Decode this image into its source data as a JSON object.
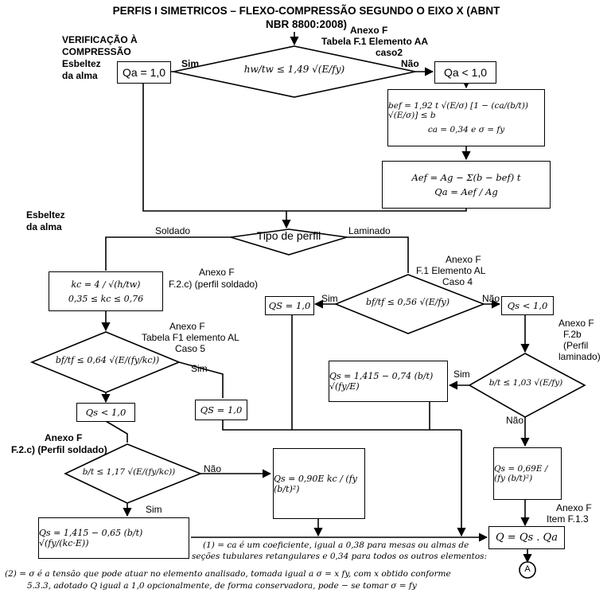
{
  "title": {
    "line1": "PERFIS I SIMETRICOS – FLEXO-COMPRESSÃO SEGUNDO O EIXO X (ABNT",
    "line2": "NBR 8800:2008)"
  },
  "left_header": {
    "line1": "VERIFICAÇÃO À",
    "line2": "COMPRESSÃO",
    "line3": "Esbeltez",
    "line4": "da alma"
  },
  "anexo_aa": {
    "line1": "Anexo F",
    "line2": "Tabela F.1 Elemento AA",
    "line3": "caso2"
  },
  "d1": {
    "formula": "hw/tw ≤ 1,49 √(E/fy)"
  },
  "labels": {
    "sim": "Sim",
    "nao": "Não"
  },
  "box_qa1": {
    "text": "Qa = 1,0"
  },
  "box_qalt1": {
    "text": "Qa < 1,0"
  },
  "box_bef": {
    "line1": "bef = 1,92 t √(E/σ) [1 − (ca/(b/t)) √(E/σ)] ≤ b",
    "line2": "ca = 0,34    e σ = fy"
  },
  "box_aef": {
    "line1": "Aef = Ag − Σ(b − bef) t",
    "line2": "Qa = Aef / Ag"
  },
  "esbeltez_alma": {
    "line1": "Esbeltez",
    "line2": "da alma"
  },
  "tipo_perfil": {
    "text": "Tipo de perfil",
    "soldado": "Soldado",
    "laminado": "Laminado"
  },
  "box_kc": {
    "line1": "kc = 4 / √(h/tw)",
    "line2": "0,35 ≤ kc ≤ 0,76"
  },
  "anexo_f2c_top": {
    "line1": "Anexo F",
    "line2": "F.2.c) (perfil soldado)"
  },
  "anexo_al4": {
    "line1": "Anexo F",
    "line2": "F.1 Elemento AL",
    "line3": "Caso 4"
  },
  "d_al4": {
    "formula": "bf/tf ≤ 0,56 √(E/fy)"
  },
  "box_qs1_right": {
    "text": "QS = 1,0"
  },
  "box_qslt1_right": {
    "text": "Qs < 1,0"
  },
  "anexo_al5": {
    "line1": "Anexo F",
    "line2": "Tabela F1 elemento AL",
    "line3": "Caso 5"
  },
  "d_al5": {
    "formula": "bf/tf ≤ 0,64 √(E/(fy/kc))"
  },
  "anexo_f2b": {
    "line1": "Anexo F",
    "line2": "F.2b",
    "line3": "(Perfil",
    "line4": "laminado)"
  },
  "d_f2b": {
    "formula": "b/t ≤ 1,03 √(E/fy)"
  },
  "box_qs_lam": {
    "text": "Qs = 1,415 − 0,74 (b/t) √(fy/E)"
  },
  "box_qs1_left": {
    "text": "QS = 1,0"
  },
  "box_qslt1_left": {
    "text": "Qs < 1,0"
  },
  "anexo_f2c_bold": {
    "line1": "Anexo F",
    "line2": "F.2.c) (Perfil soldado)"
  },
  "d_117": {
    "formula": "b/t ≤ 1,17 √(E/(fy/kc))"
  },
  "box_qs_090": {
    "text": "Qs = 0,90E kc / (fy (b/t)²)"
  },
  "box_qs_069": {
    "text": "Qs = 0,69E / (fy (b/t)²)"
  },
  "box_qs_solo": {
    "text": "Qs = 1,415 − 0,65 (b/t) √(fy/(kc·E))"
  },
  "anexo_f13": {
    "line1": "Anexo F",
    "line2": "Item F.1.3"
  },
  "box_q": {
    "text": "Q = Qs . Qa"
  },
  "connector": {
    "text": "A"
  },
  "notes": {
    "n1a": "(1) = ca é um coeficiente, igual a 0,38 para mesas ou almas de",
    "n1b": "seções tubulares retangulares e 0,34 para todos os outros elementos:",
    "n2a": "(2) = σ é a tensão que pode atuar no elemento analisado, tomada igual a σ = x fy, com x obtido conforme",
    "n2b": "5.3.3, adotado Q igual a 1,0 opcionalmente, de forma conservadora, pode − se tomar σ = fy"
  }
}
